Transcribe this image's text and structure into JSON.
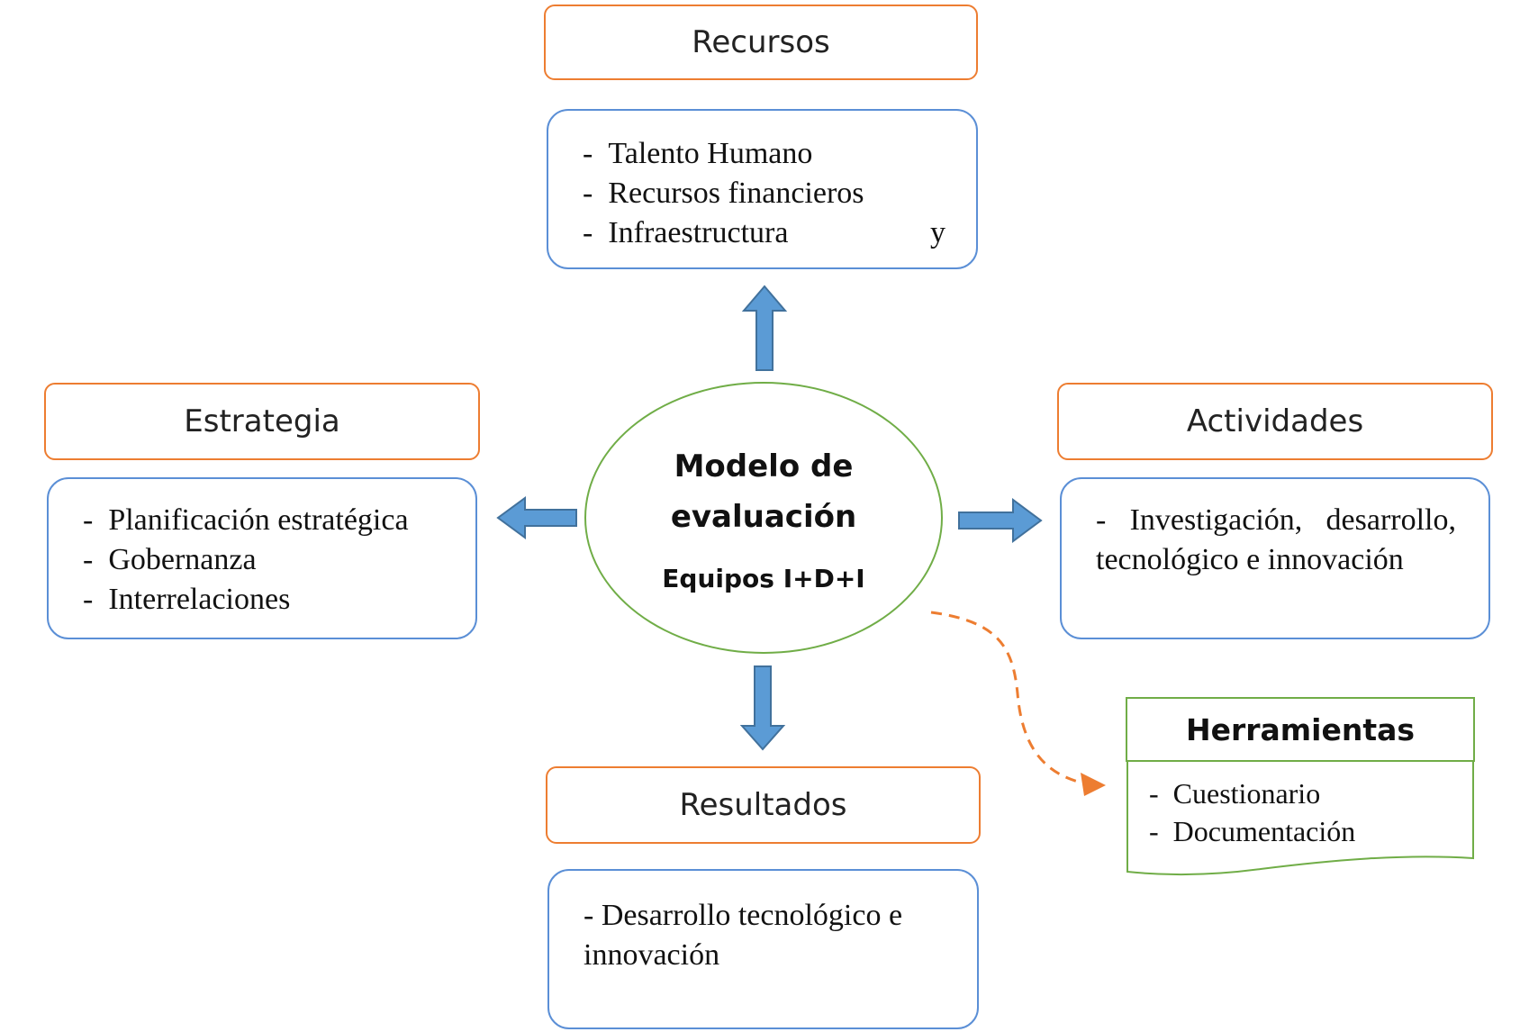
{
  "center": {
    "title_line1": "Modelo de",
    "title_line2": "evaluación",
    "subtitle": "Equipos I+D+I"
  },
  "recursos": {
    "header": "Recursos",
    "items": [
      "Talento Humano",
      "Recursos financieros",
      "Infraestructura"
    ],
    "trailing": "y"
  },
  "estrategia": {
    "header": "Estrategia",
    "items": [
      "Planificación estratégica",
      "Gobernanza",
      "Interrelaciones"
    ]
  },
  "actividades": {
    "header": "Actividades",
    "text": "Investigación, desarrollo, tecnológico e innovación"
  },
  "resultados": {
    "header": "Resultados",
    "text": "Desarrollo tecnológico e innovación"
  },
  "herramientas": {
    "header": "Herramientas",
    "items": [
      "Cuestionario",
      "Documentación"
    ]
  },
  "colors": {
    "header_border": "#ed7d31",
    "body_border": "#5b8fd6",
    "ellipse_border": "#70ad47",
    "arrow_fill": "#5b9bd5",
    "dashed_arrow": "#ed7d31"
  }
}
